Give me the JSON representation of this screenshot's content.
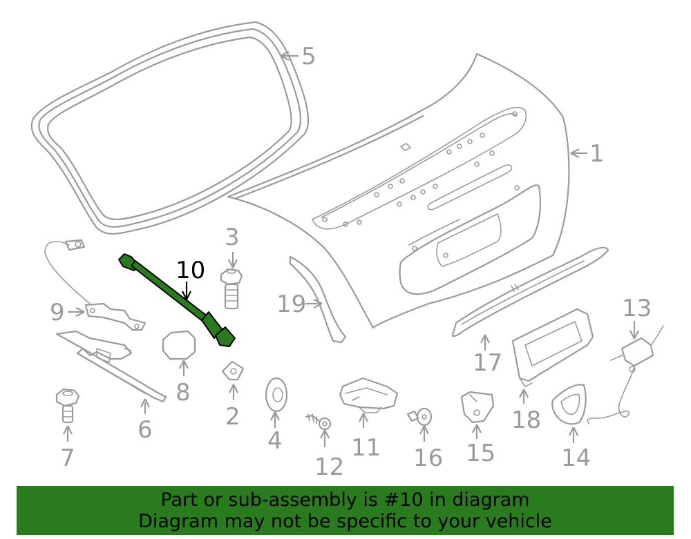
{
  "diagram": {
    "labels": {
      "p1": "1",
      "p2": "2",
      "p3": "3",
      "p4": "4",
      "p5": "5",
      "p6": "6",
      "p7": "7",
      "p8": "8",
      "p9": "9",
      "p10": "10",
      "p11": "11",
      "p12": "12",
      "p13": "13",
      "p14": "14",
      "p15": "15",
      "p16": "16",
      "p17": "17",
      "p18": "18",
      "p19": "19"
    },
    "highlighted_part": "10",
    "colors": {
      "part_stroke": "#9a9a9a",
      "highlight": "#2a7a1e",
      "banner": "#2a7a1e"
    }
  },
  "banner": {
    "line1": "Part or sub-assembly is #10 in diagram",
    "line2": "Diagram may not be specific to your vehicle"
  }
}
